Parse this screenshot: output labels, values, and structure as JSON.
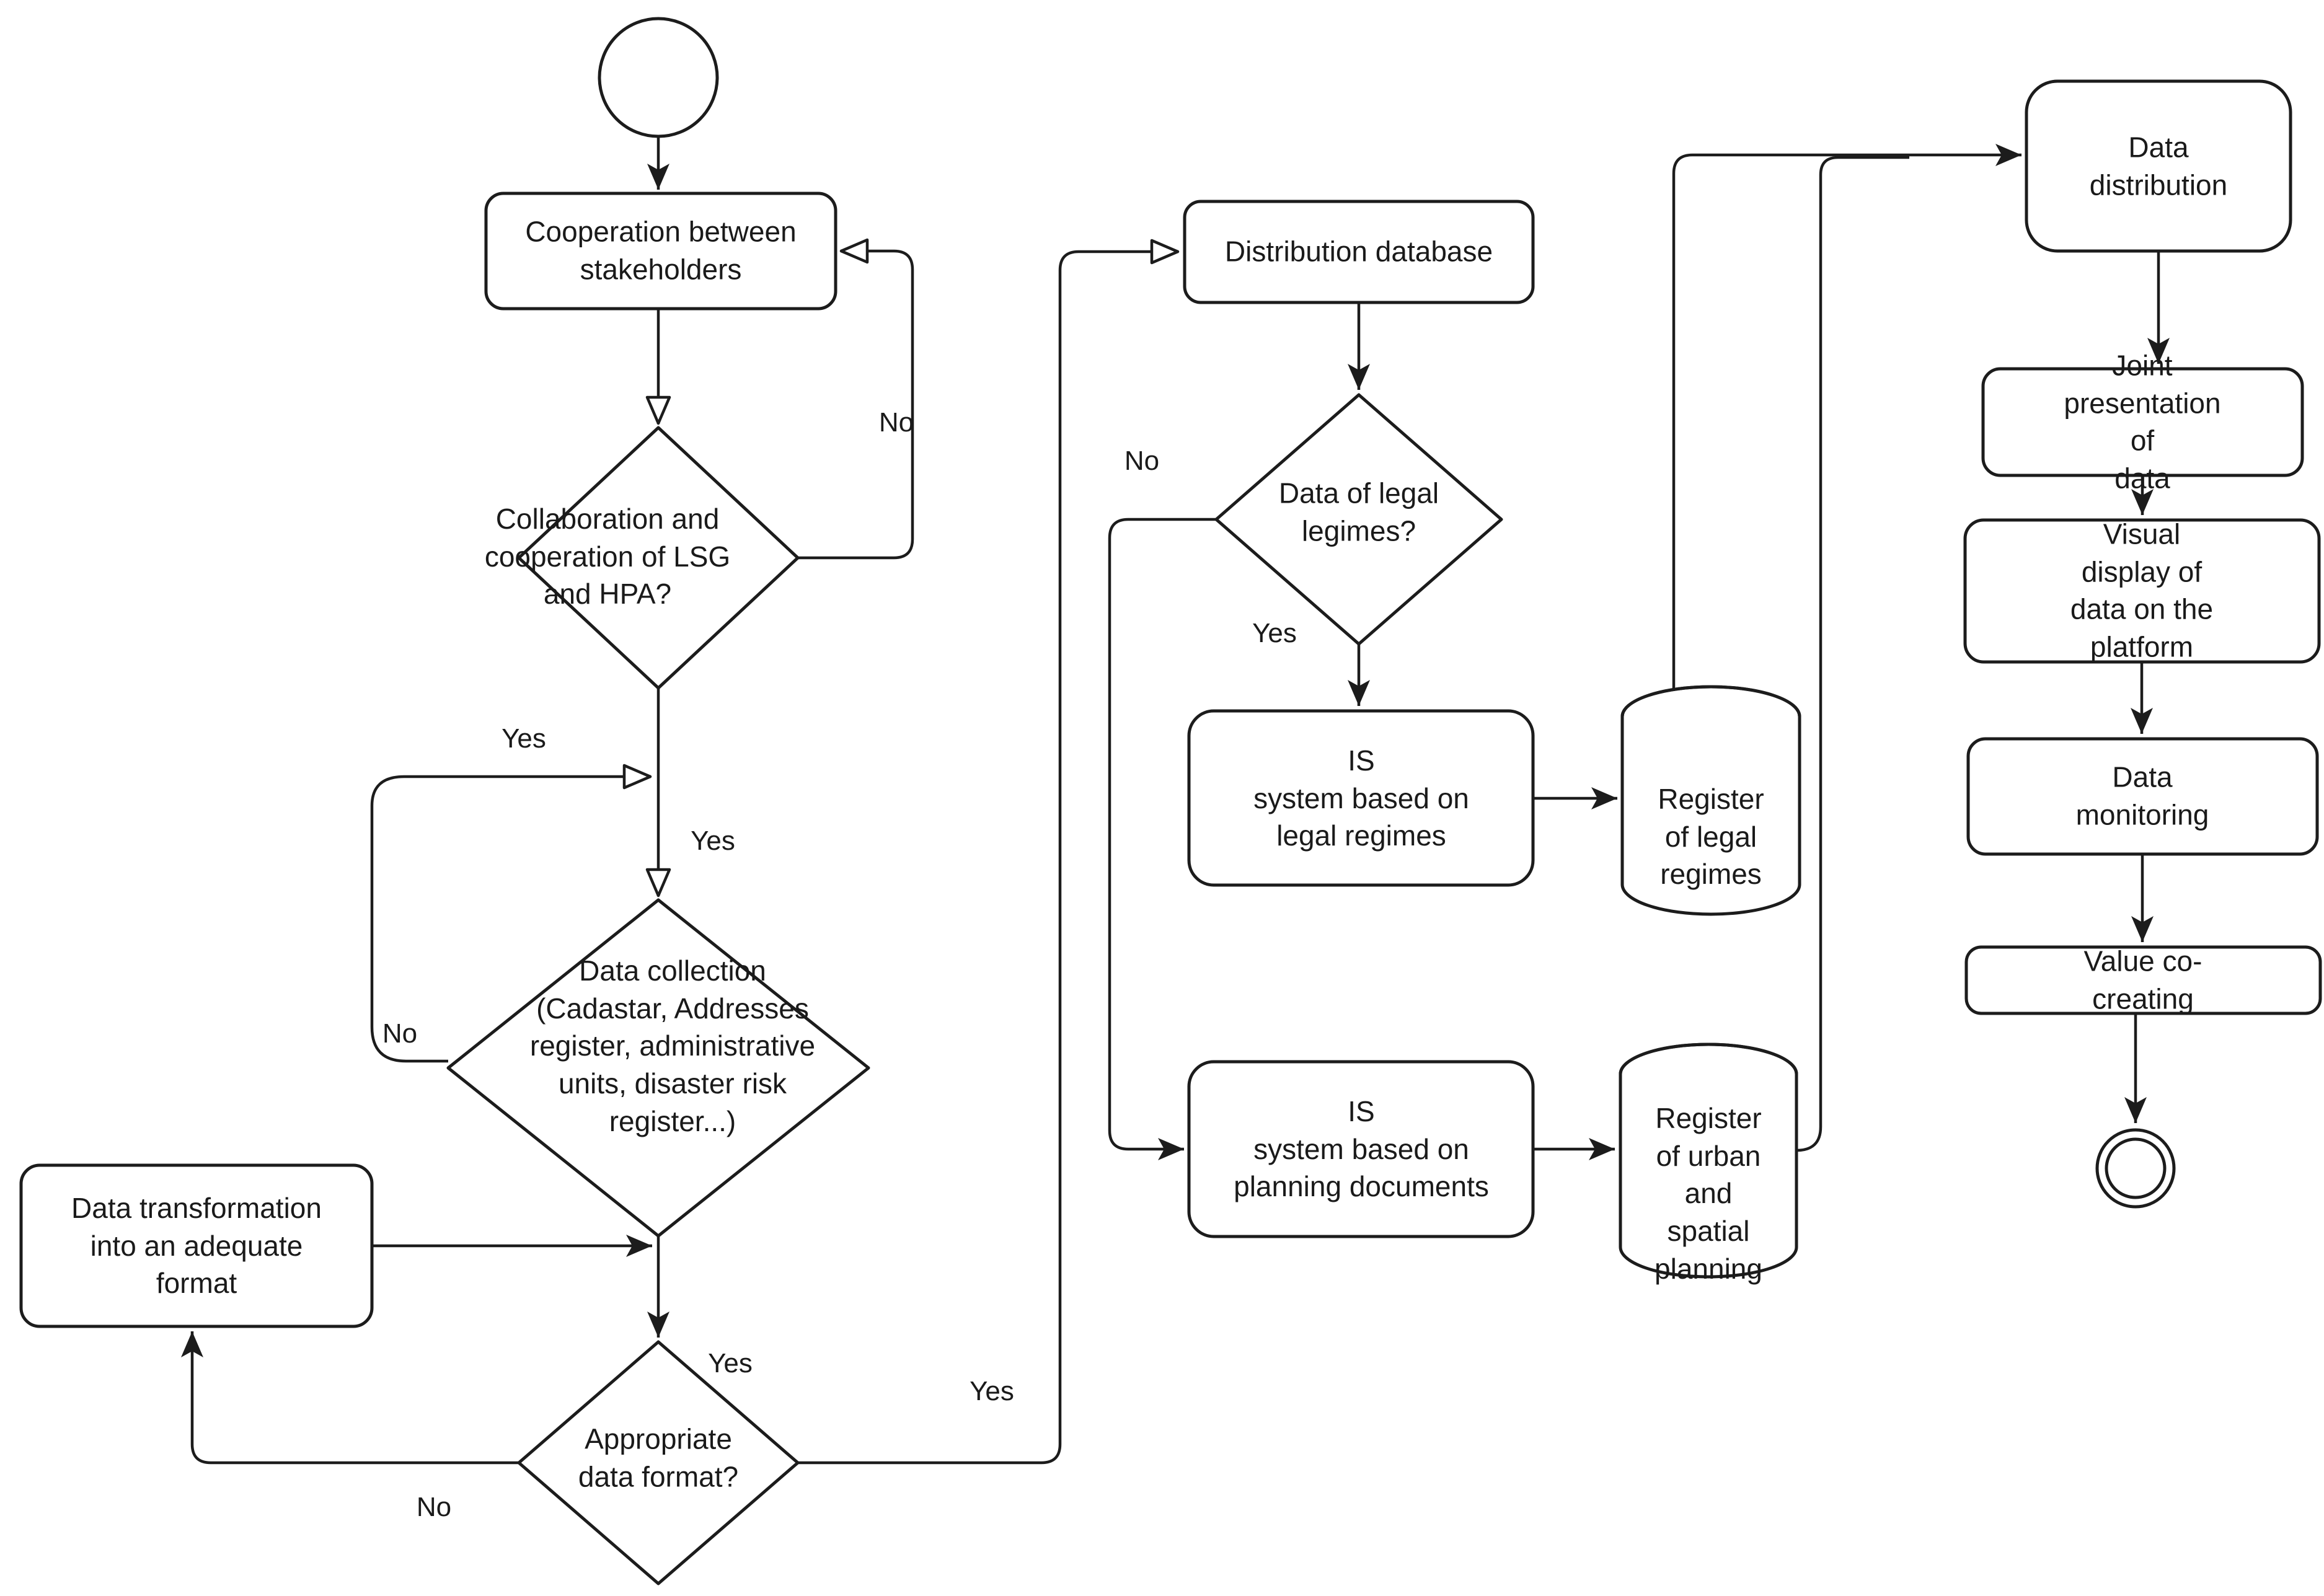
{
  "diagram": {
    "type": "flowchart",
    "style": {
      "stroke_color": "#1c1c1c",
      "background": "#ffffff",
      "shape_fill": "#ffffff"
    },
    "nodes": {
      "start": {
        "kind": "start-circle",
        "label": ""
      },
      "cooperation": {
        "kind": "process",
        "label": "Cooperation between\nstakeholders"
      },
      "collaboration_decision": {
        "kind": "decision",
        "label": "Collaboration and\ncooperation of LSG\nand HPA?"
      },
      "data_collection_decision": {
        "kind": "decision",
        "label": "Data collection\n(Cadastar, Addresses\nregister, administrative\nunits, disaster risk\nregister...)"
      },
      "data_transformation": {
        "kind": "process",
        "label": "Data transformation\ninto an adequate\nformat"
      },
      "format_decision": {
        "kind": "decision",
        "label": "Appropriate\ndata format?"
      },
      "distribution_database": {
        "kind": "process",
        "label": "Distribution database"
      },
      "legal_regimes_decision": {
        "kind": "decision",
        "label": "Data of legal\nlegimes?"
      },
      "is_legal": {
        "kind": "process",
        "label": "IS\nsystem based on\nlegal regimes"
      },
      "register_legal": {
        "kind": "datastore",
        "label": "Register\nof legal\nregimes"
      },
      "is_planning": {
        "kind": "process",
        "label": "IS\nsystem based on\nplanning documents"
      },
      "register_urban": {
        "kind": "datastore",
        "label": "Register\nof urban\nand\nspatial\nplanning"
      },
      "data_distribution": {
        "kind": "process",
        "label": "Data distribution"
      },
      "joint_presentation": {
        "kind": "process",
        "label": "Joint presentation of\ndata"
      },
      "visual_display": {
        "kind": "process",
        "label": "Visual\ndisplay of data on the\nplatform"
      },
      "data_monitoring": {
        "kind": "process",
        "label": "Data\nmonitoring"
      },
      "value_cocreating": {
        "kind": "process",
        "label": "Value co-creating"
      },
      "end": {
        "kind": "end-circle",
        "label": ""
      }
    },
    "labels": {
      "no_collaboration": "No",
      "yes_retry": "Yes",
      "yes_collaboration": "Yes",
      "no_collection": "No",
      "yes_to_format": "Yes",
      "no_format": "No",
      "yes_format": "Yes",
      "no_legal": "No",
      "yes_legal": "Yes"
    }
  }
}
